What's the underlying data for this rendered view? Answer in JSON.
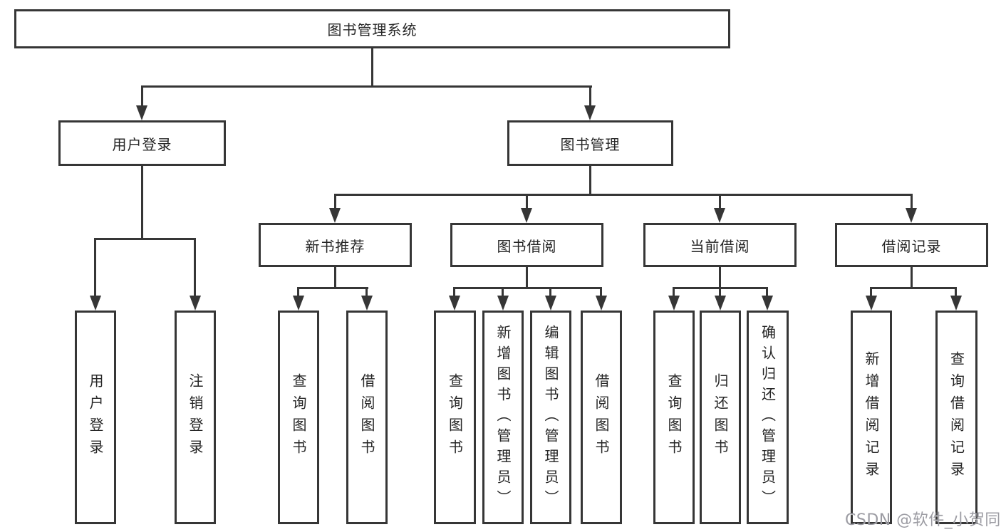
{
  "tree": {
    "root": {
      "label": "图书管理系统",
      "children": [
        {
          "label": "用户登录",
          "children": [
            {
              "label": "用户登录"
            },
            {
              "label": "注销登录"
            }
          ]
        },
        {
          "label": "图书管理",
          "children": [
            {
              "label": "新书推荐",
              "children": [
                {
                  "label": "查询图书"
                },
                {
                  "label": "借阅图书"
                }
              ]
            },
            {
              "label": "图书借阅",
              "children": [
                {
                  "label": "查询图书"
                },
                {
                  "label": "新增图书（管理员）"
                },
                {
                  "label": "编辑图书（管理员）"
                },
                {
                  "label": "借阅图书"
                }
              ]
            },
            {
              "label": "当前借阅",
              "children": [
                {
                  "label": "查询图书"
                },
                {
                  "label": "归还图书"
                },
                {
                  "label": "确认归还（管理员）"
                }
              ]
            },
            {
              "label": "借阅记录",
              "children": [
                {
                  "label": "新增借阅记录"
                },
                {
                  "label": "查询借阅记录"
                }
              ]
            }
          ]
        }
      ]
    }
  },
  "watermark": {
    "text": "CSDN @软件_小贺同学"
  },
  "colors": {
    "line": "#363636",
    "text": "#262626",
    "watermark": "#94949b",
    "background": "#ffffff"
  }
}
